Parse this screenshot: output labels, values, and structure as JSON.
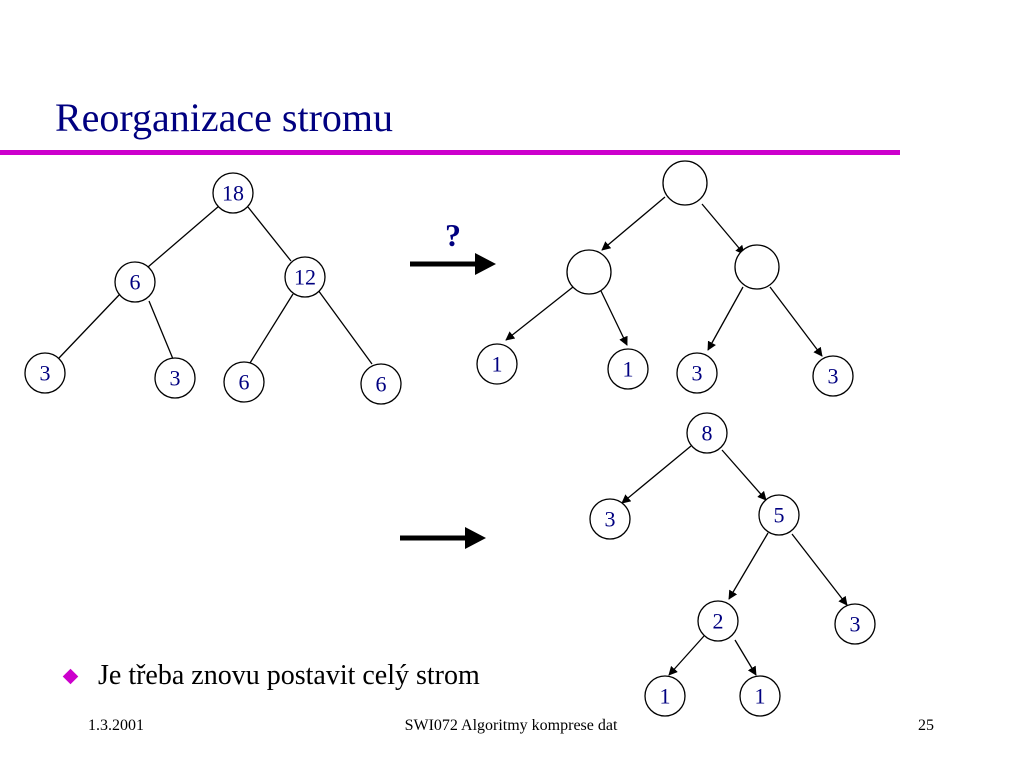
{
  "slide": {
    "title": "Reorganizace stromu"
  },
  "diagram": {
    "question_mark": "?",
    "original_tree": {
      "root": "18",
      "left": "6",
      "right": "12",
      "left_left": "3",
      "left_right": "3",
      "right_left": "6",
      "right_right": "6"
    },
    "template_tree": {
      "root": "",
      "left": "",
      "right": "",
      "left_left": "1",
      "left_right": "1",
      "right_left": "3",
      "right_right": "3"
    },
    "result_tree": {
      "root": "8",
      "left": "3",
      "right": "5",
      "rl": "2",
      "rr": "3",
      "rll": "1",
      "rlr": "1"
    }
  },
  "bullets": [
    "Je třeba znovu postavit celý strom"
  ],
  "footer": {
    "date": "1.3.2001",
    "course": "SWI072 Algoritmy komprese dat",
    "page": "25"
  },
  "colors": {
    "title": "#000080",
    "rule": "#cc00cc",
    "bullet": "#cc00cc",
    "node_text": "#000080"
  }
}
